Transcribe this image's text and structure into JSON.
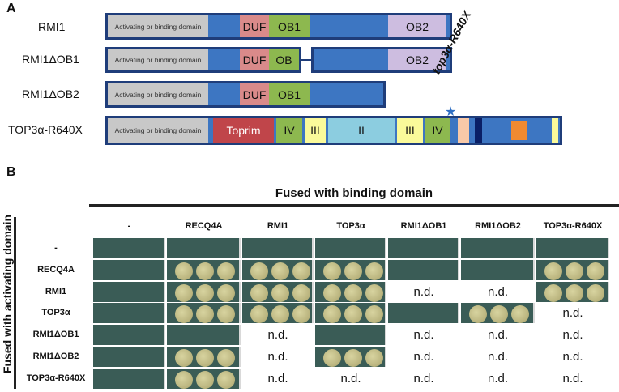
{
  "panel_a": {
    "letter": "A",
    "rows": [
      {
        "label": "RMI1",
        "act_domain": "Activating or binding domain",
        "duf": "DUF",
        "ob1": "OB1",
        "ob2": "OB2"
      },
      {
        "label": "RMI1ΔOB1",
        "act_domain": "Activating or binding domain",
        "duf": "DUF",
        "ob1": "OB",
        "ob2": "OB2"
      },
      {
        "label": "RMI1ΔOB2",
        "act_domain": "Activating or binding domain",
        "duf": "DUF",
        "ob1": "OB1"
      },
      {
        "label": "TOP3α-R640X",
        "act_domain": "Activating or binding domain",
        "toprim": "Toprim",
        "domains": [
          "IV",
          "III",
          "II",
          "III",
          "IV"
        ]
      }
    ],
    "mutation_label": "top3α-R640X",
    "colors": {
      "bar": "#3d76c2",
      "border": "#1f3d7a",
      "grey": "#c8c8c8",
      "duf": "#d98a8a",
      "ob": "#8db84f",
      "ob2": "#cdbde0",
      "toprim": "#c0454a",
      "yellow": "#fafa9a",
      "cyan": "#8ccde0",
      "orange": "#f08a30",
      "navy": "#0a1f66",
      "peach": "#f8c9a8"
    }
  },
  "panel_b": {
    "letter": "B",
    "header": "Fused with binding domain",
    "side_label": "Fused with activating domain",
    "columns": [
      "-",
      "RECQ4A",
      "RMI1",
      "TOP3α",
      "RMI1ΔOB1",
      "RMI1ΔOB2",
      "TOP3α-R640X"
    ],
    "rows": [
      "-",
      "RECQ4A",
      "RMI1",
      "TOP3α",
      "RMI1ΔOB1",
      "RMI1ΔOB2",
      "TOP3α-R640X"
    ],
    "nd_text": "n.d.",
    "grid": [
      [
        "e",
        "e",
        "e",
        "e",
        "e",
        "e",
        "e"
      ],
      [
        "e",
        "g",
        "g",
        "g",
        "e",
        "e",
        "g"
      ],
      [
        "e",
        "g",
        "g",
        "g",
        "n",
        "n",
        "g"
      ],
      [
        "e",
        "g",
        "g",
        "g",
        "e",
        "g",
        "n"
      ],
      [
        "e",
        "e",
        "n",
        "e",
        "n",
        "n",
        "n"
      ],
      [
        "e",
        "g",
        "n",
        "g",
        "n",
        "n",
        "n"
      ],
      [
        "e",
        "g",
        "n",
        "n",
        "n",
        "n",
        "n"
      ]
    ]
  }
}
